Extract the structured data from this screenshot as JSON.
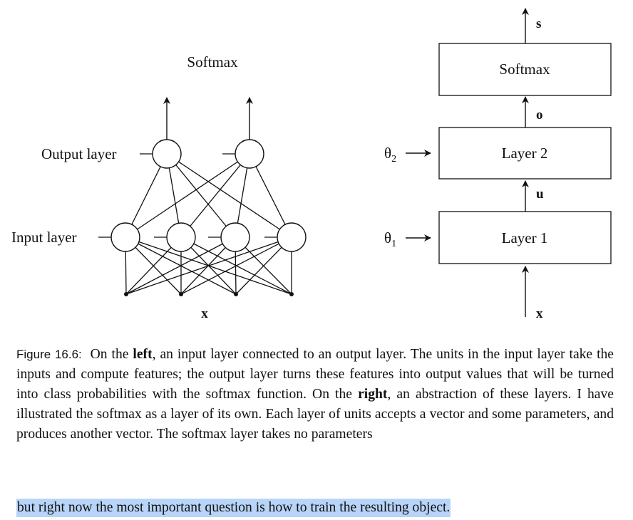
{
  "colors": {
    "ink": "#111111",
    "highlight": "#b8d4f8",
    "background": "#ffffff"
  },
  "left_diagram": {
    "title": "Softmax",
    "output_layer_label": "Output layer",
    "input_layer_label": "Input layer",
    "input_label": "x"
  },
  "right_diagram": {
    "output_label": "s",
    "softmax_box": "Softmax",
    "o_label": "o",
    "layer2_box": "Layer 2",
    "theta2_symbol": "θ",
    "theta2_sub": "2",
    "u_label": "u",
    "layer1_box": "Layer 1",
    "theta1_symbol": "θ",
    "theta1_sub": "1",
    "input_label": "x"
  },
  "caption": {
    "label": "Figure 16.6:",
    "part1": "On the ",
    "left_word": "left",
    "part2": ", an input layer connected to an output layer. The units in the input layer take the inputs and compute features; the output layer turns these features into output values that will be turned into class probabilities with the softmax function. On the ",
    "right_word": "right",
    "part3": ", an abstraction of these layers. I have illustrated the softmax as a layer of its own. Each layer of units accepts a vector and some parameters, and produces another vector. The softmax layer takes no parameters"
  },
  "selected_text": "but right now the most important question is how to train the resulting object."
}
